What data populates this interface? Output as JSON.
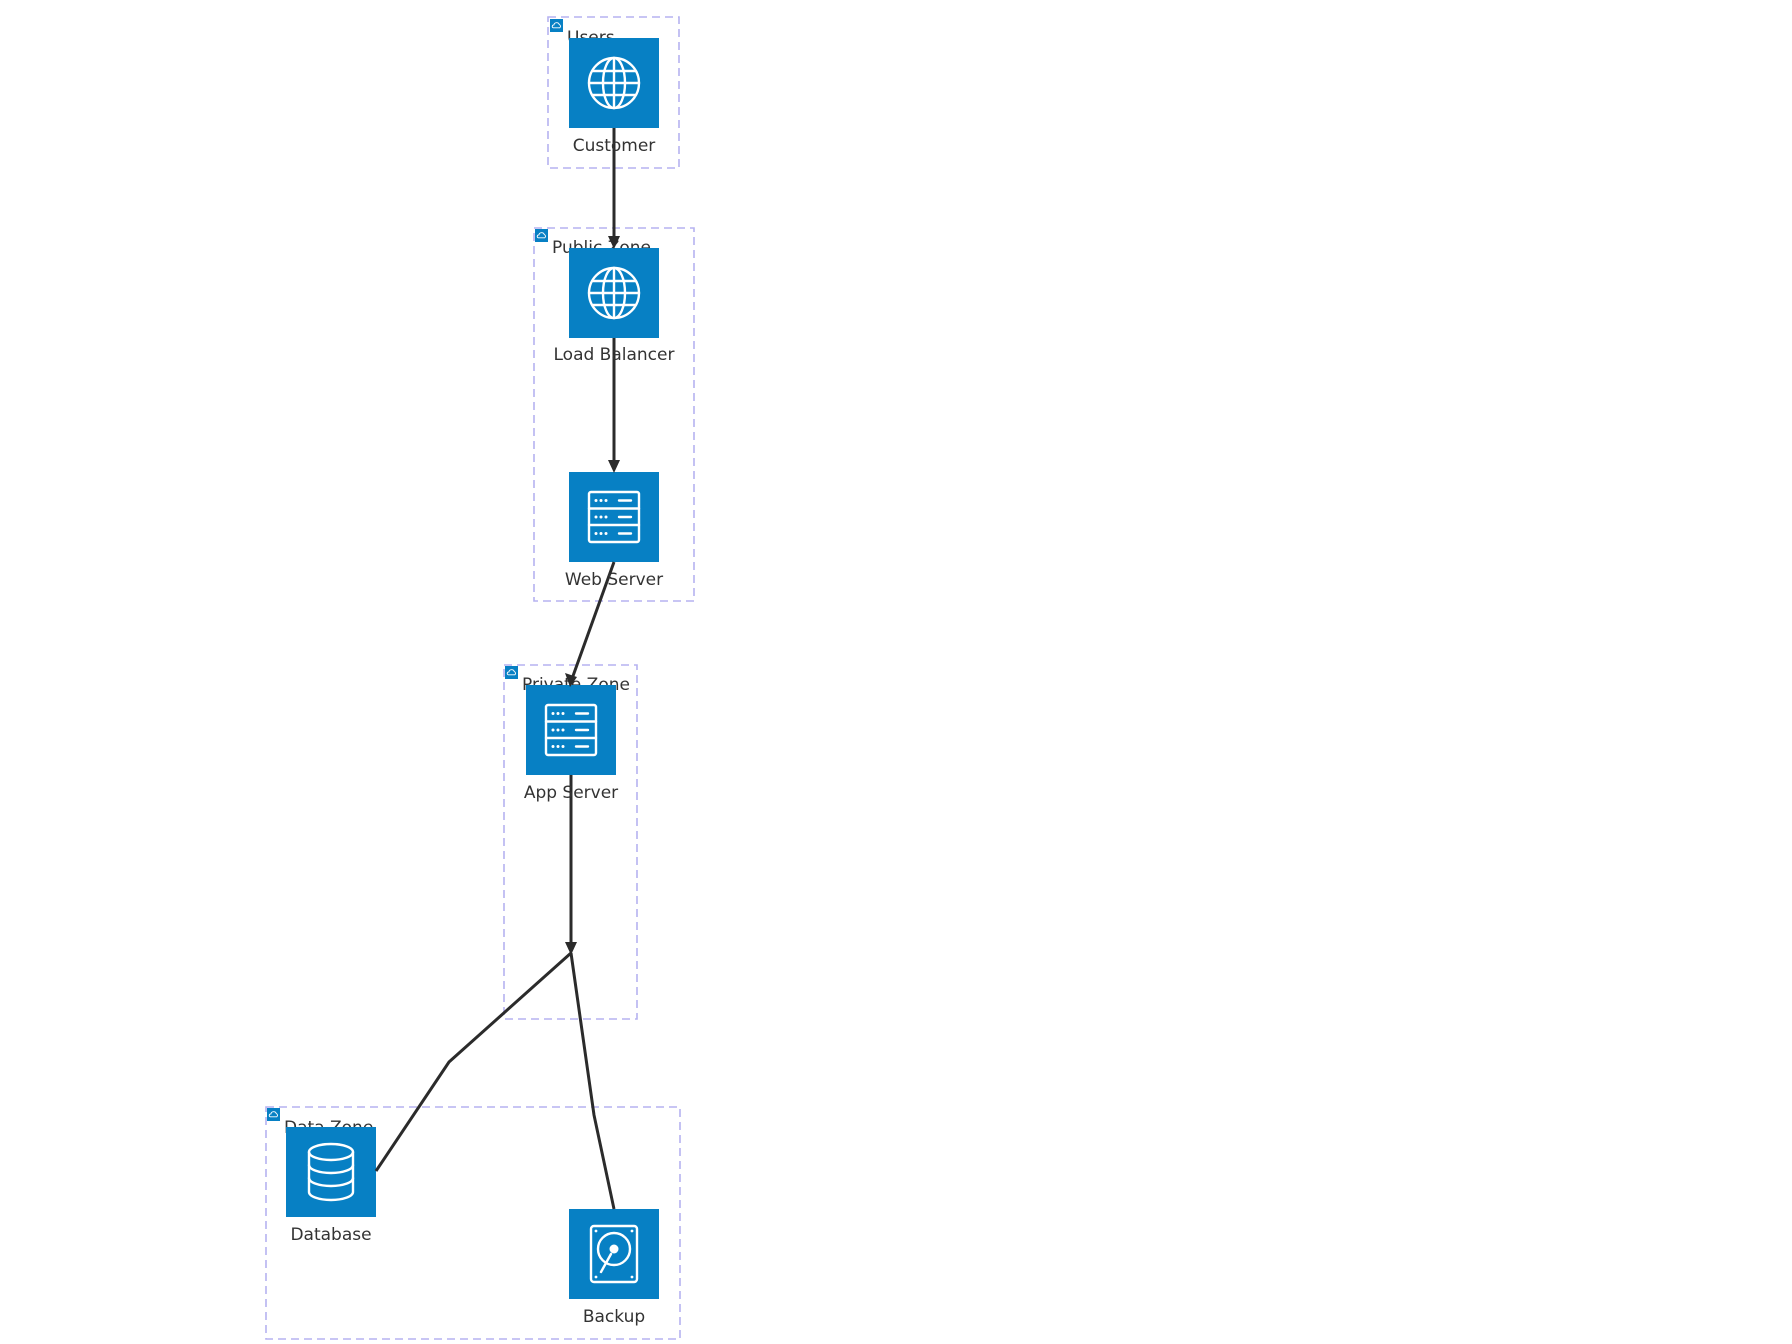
{
  "colors": {
    "accent": "#0780c4",
    "zone_border": "#b6b2f0",
    "edge": "#2b2b2b",
    "text": "#333333"
  },
  "zones": {
    "users": {
      "label": "Users",
      "icon": "cloud-icon"
    },
    "public": {
      "label": "Public Zone",
      "icon": "cloud-icon"
    },
    "private": {
      "label": "Private Zone",
      "icon": "cloud-icon"
    },
    "data": {
      "label": "Data Zone",
      "icon": "cloud-icon"
    }
  },
  "nodes": {
    "customer": {
      "label": "Customer",
      "icon": "globe-icon"
    },
    "load_balancer": {
      "label": "Load Balancer",
      "icon": "globe-icon"
    },
    "web_server": {
      "label": "Web Server",
      "icon": "server-icon"
    },
    "app_server": {
      "label": "App Server",
      "icon": "server-icon"
    },
    "database": {
      "label": "Database",
      "icon": "database-icon"
    },
    "backup": {
      "label": "Backup",
      "icon": "hard-drive-icon"
    }
  },
  "edges": [
    {
      "from": "customer",
      "to": "load_balancer"
    },
    {
      "from": "load_balancer",
      "to": "web_server"
    },
    {
      "from": "web_server",
      "to": "app_server"
    },
    {
      "from": "app_server",
      "to": "database"
    },
    {
      "from": "app_server",
      "to": "backup"
    }
  ]
}
